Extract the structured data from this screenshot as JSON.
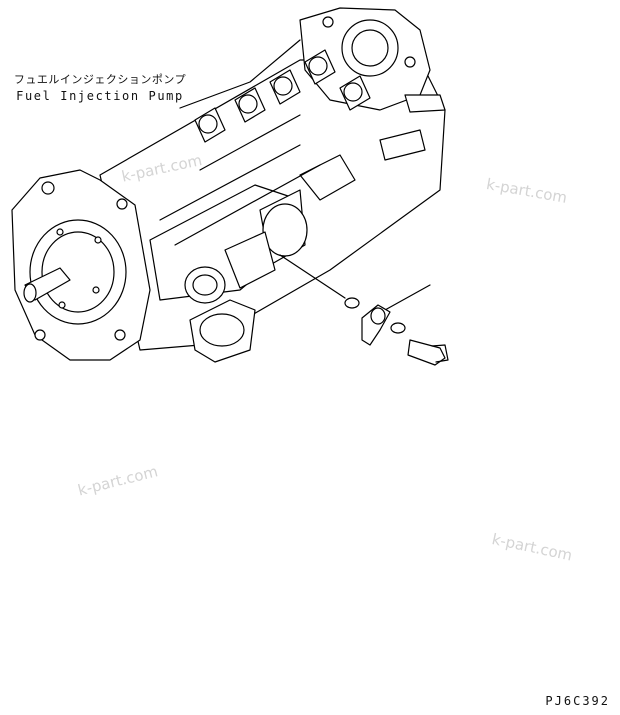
{
  "callout": {
    "label_jp": "フュエルインジェクションポンプ",
    "label_en": "Fuel Injection Pump"
  },
  "watermarks": [
    "k-part.com",
    "k-part.com",
    "k-part.com",
    "k-part.com"
  ],
  "drawing_code": "PJ6C392",
  "colors": {
    "line": "#000000",
    "paper": "#ffffff",
    "watermark": "#d4d4d4"
  }
}
